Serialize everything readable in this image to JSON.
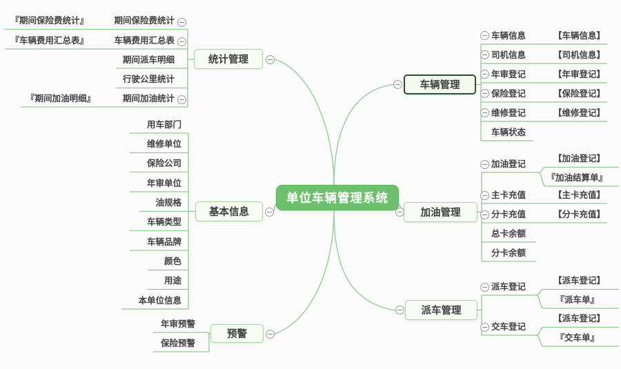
{
  "colors": {
    "branch_line": "#8ecb8e",
    "center_fill": "#6dc16d",
    "node_fill": "#f6fbf4",
    "node_border": "#a6d6a2",
    "selected_border": "#2e4e33",
    "background": "#fbfbfb"
  },
  "center": {
    "label": "单位车辆管理系统"
  },
  "branches": [
    {
      "label": "统计管理",
      "children": [
        {
          "label": "期间保险费统计",
          "subs": [
            "『期间保险费统计』"
          ]
        },
        {
          "label": "车辆费用汇总表",
          "subs": [
            "『车辆费用汇总表』"
          ]
        },
        {
          "label": "期间派车明细",
          "subs": []
        },
        {
          "label": "行驶公里统计",
          "subs": []
        },
        {
          "label": "期间加油统计",
          "subs": [
            "『期间加油明细』"
          ]
        }
      ]
    },
    {
      "label": "基本信息",
      "children": [
        {
          "label": "用车部门",
          "subs": []
        },
        {
          "label": "维修单位",
          "subs": []
        },
        {
          "label": "保险公司",
          "subs": []
        },
        {
          "label": "年审单位",
          "subs": []
        },
        {
          "label": "油规格",
          "subs": []
        },
        {
          "label": "车辆类型",
          "subs": []
        },
        {
          "label": "车辆品牌",
          "subs": []
        },
        {
          "label": "颜色",
          "subs": []
        },
        {
          "label": "用途",
          "subs": []
        },
        {
          "label": "本单位信息",
          "subs": []
        }
      ]
    },
    {
      "label": "预警",
      "children": [
        {
          "label": "年审预警",
          "subs": []
        },
        {
          "label": "保险预警",
          "subs": []
        }
      ]
    },
    {
      "label": "车辆管理",
      "selected": true,
      "children": [
        {
          "label": "车辆信息",
          "subs": [
            "【车辆信息】"
          ]
        },
        {
          "label": "司机信息",
          "subs": [
            "【司机信息】"
          ]
        },
        {
          "label": "年审登记",
          "subs": [
            "【年审登记】"
          ]
        },
        {
          "label": "保险登记",
          "subs": [
            "【保险登记】"
          ]
        },
        {
          "label": "维修登记",
          "subs": [
            "【维修登记】"
          ]
        },
        {
          "label": "车辆状态",
          "subs": []
        }
      ]
    },
    {
      "label": "加油管理",
      "children": [
        {
          "label": "加油登记",
          "subs": [
            "【加油登记】",
            "『加油结算单』"
          ]
        },
        {
          "label": "主卡充值",
          "subs": [
            "【主卡充值】"
          ]
        },
        {
          "label": "分卡充值",
          "subs": [
            "【分卡充值】"
          ]
        },
        {
          "label": "总卡余额",
          "subs": []
        },
        {
          "label": "分卡余额",
          "subs": []
        }
      ]
    },
    {
      "label": "派车管理",
      "children": [
        {
          "label": "派车登记",
          "subs": [
            "【派车登记】",
            "『派车单』"
          ]
        },
        {
          "label": "交车登记",
          "subs": [
            "【派车登记】",
            "『交车单』"
          ]
        }
      ]
    }
  ]
}
